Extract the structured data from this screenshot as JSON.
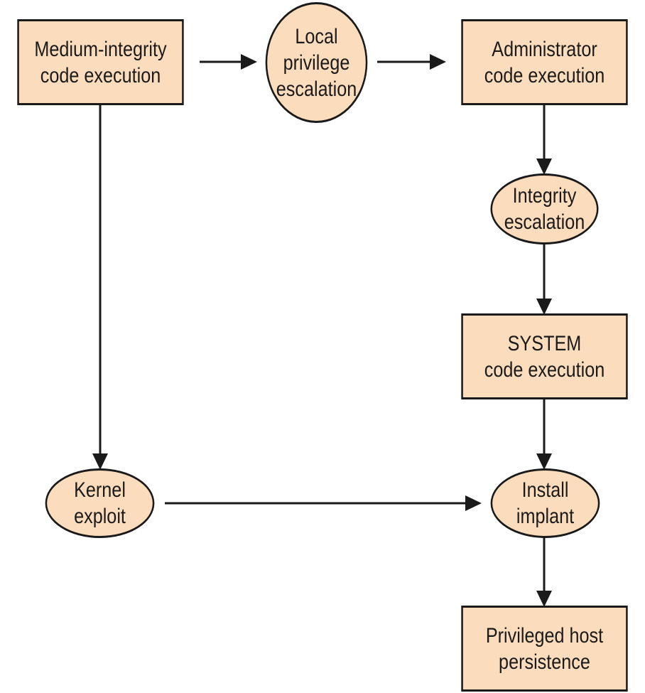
{
  "diagram": {
    "nodes": {
      "medium": {
        "line1": "Medium-integrity",
        "line2": "code execution"
      },
      "local": {
        "line1": "Local",
        "line2": "privilege",
        "line3": "escalation"
      },
      "admin": {
        "line1": "Administrator",
        "line2": "code execution"
      },
      "integrity": {
        "line1": "Integrity",
        "line2": "escalation"
      },
      "system": {
        "line1": "SYSTEM",
        "line2": "code execution"
      },
      "kernel": {
        "line1": "Kernel",
        "line2": "exploit"
      },
      "install": {
        "line1": "Install",
        "line2": "implant"
      },
      "persistence": {
        "line1": "Privileged host",
        "line2": "persistence"
      }
    },
    "edges": [
      {
        "from": "medium",
        "to": "local"
      },
      {
        "from": "local",
        "to": "admin"
      },
      {
        "from": "admin",
        "to": "integrity"
      },
      {
        "from": "integrity",
        "to": "system"
      },
      {
        "from": "system",
        "to": "install"
      },
      {
        "from": "medium",
        "to": "kernel"
      },
      {
        "from": "kernel",
        "to": "install"
      },
      {
        "from": "install",
        "to": "persistence"
      }
    ],
    "colors": {
      "node_fill": "#fbdcbc",
      "stroke": "#1a1a1a"
    }
  }
}
